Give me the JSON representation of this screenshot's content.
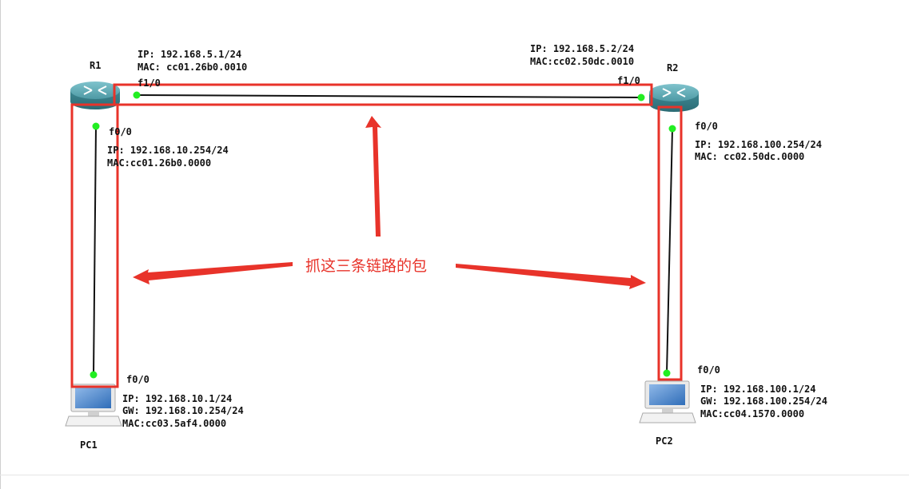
{
  "devices": {
    "r1": {
      "name": "R1"
    },
    "r2": {
      "name": "R2"
    },
    "pc1": {
      "name": "PC1"
    },
    "pc2": {
      "name": "PC2"
    }
  },
  "interfaces": {
    "r1_f10": {
      "port": "f1/0",
      "ip": "IP: 192.168.5.1/24",
      "mac": "MAC: cc01.26b0.0010"
    },
    "r2_f10": {
      "port": "f1/0",
      "ip": "IP: 192.168.5.2/24",
      "mac": "MAC:cc02.50dc.0010"
    },
    "r1_f00": {
      "port": "f0/0",
      "ip": "IP: 192.168.10.254/24",
      "mac": "MAC:cc01.26b0.0000"
    },
    "r2_f00": {
      "port": "f0/0",
      "ip": "IP: 192.168.100.254/24",
      "mac": "MAC: cc02.50dc.0000"
    },
    "pc1_f00": {
      "port": "f0/0",
      "ip": "IP: 192.168.10.1/24",
      "gw": "GW: 192.168.10.254/24",
      "mac": "MAC:cc03.5af4.0000"
    },
    "pc2_f00": {
      "port": "f0/0",
      "ip": "IP: 192.168.100.1/24",
      "gw": "GW: 192.168.100.254/24",
      "mac": "MAC:cc04.1570.0000"
    }
  },
  "annotation": {
    "text": "抓这三条链路的包"
  },
  "colors": {
    "link": "#111111",
    "port_dot": "#22ee22",
    "highlight": "#e8332a",
    "router_body": "#3f8a95"
  }
}
